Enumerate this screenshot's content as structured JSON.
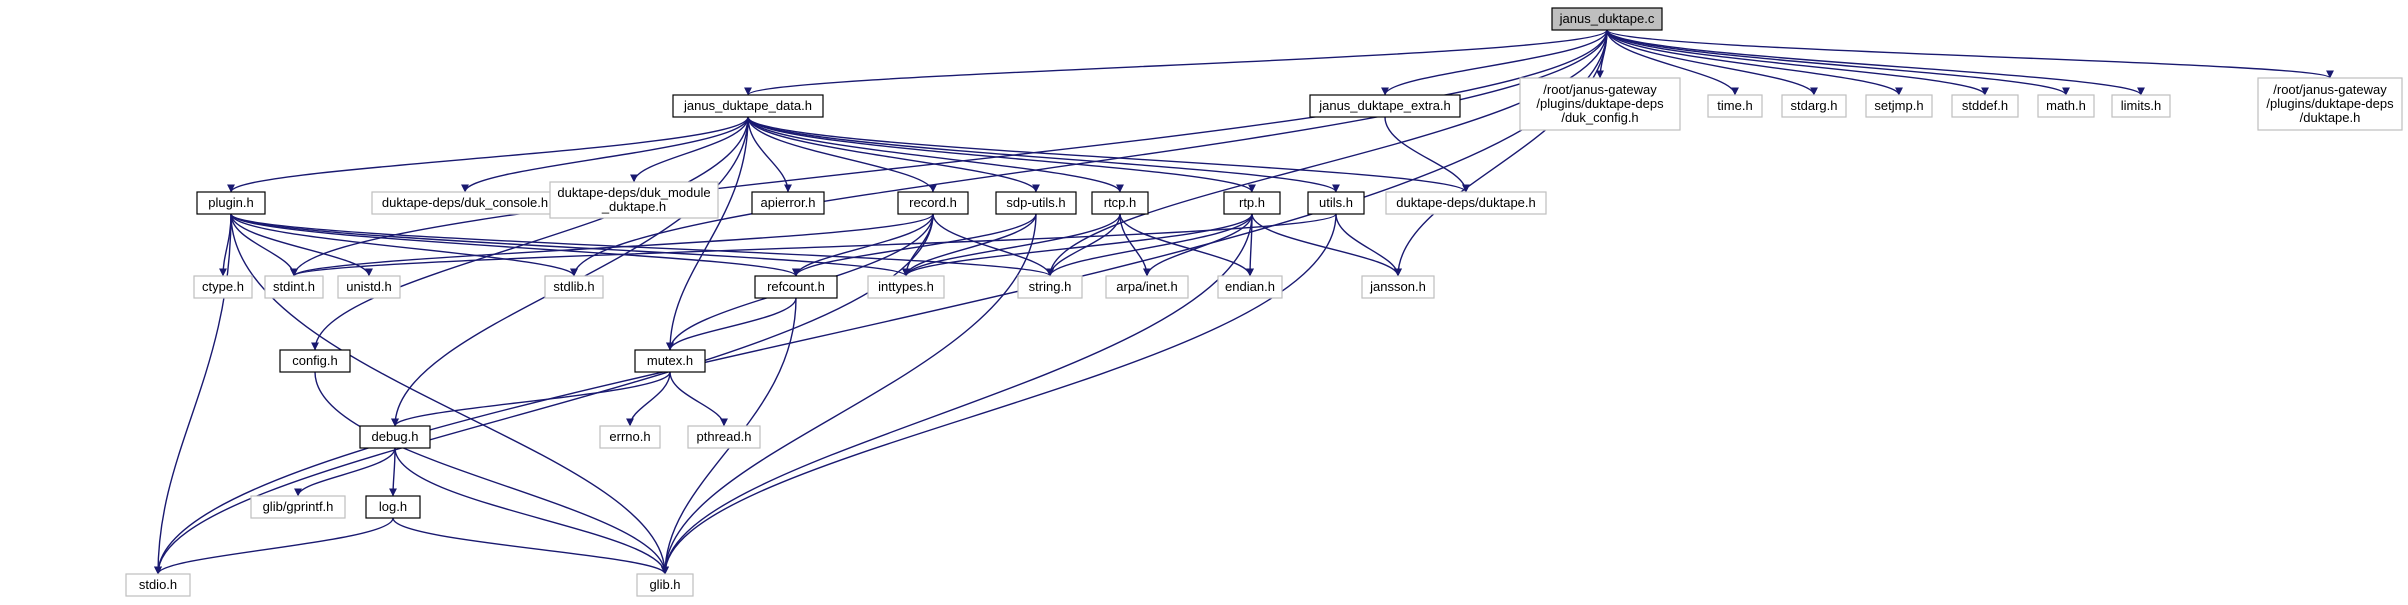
{
  "colors": {
    "edge": "#191970",
    "root_fill": "#bfbfbf",
    "project_border": "#000000",
    "system_border": "#bfbfbf"
  },
  "nodes": [
    {
      "id": "janus_duktape_c",
      "lines": [
        "janus_duktape.c"
      ],
      "kind": "root"
    },
    {
      "id": "janus_duktape_data_h",
      "lines": [
        "janus_duktape_data.h"
      ],
      "kind": "project"
    },
    {
      "id": "janus_duktape_extra_h",
      "lines": [
        "janus_duktape_extra.h"
      ],
      "kind": "project"
    },
    {
      "id": "duk_config_h",
      "lines": [
        "/root/janus-gateway",
        "/plugins/duktape-deps",
        "/duk_config.h"
      ],
      "kind": "system"
    },
    {
      "id": "time_h",
      "lines": [
        "time.h"
      ],
      "kind": "system"
    },
    {
      "id": "stdarg_h",
      "lines": [
        "stdarg.h"
      ],
      "kind": "system"
    },
    {
      "id": "setjmp_h",
      "lines": [
        "setjmp.h"
      ],
      "kind": "system"
    },
    {
      "id": "stddef_h",
      "lines": [
        "stddef.h"
      ],
      "kind": "system"
    },
    {
      "id": "math_h",
      "lines": [
        "math.h"
      ],
      "kind": "system"
    },
    {
      "id": "limits_h",
      "lines": [
        "limits.h"
      ],
      "kind": "system"
    },
    {
      "id": "root_duktape_h",
      "lines": [
        "/root/janus-gateway",
        "/plugins/duktape-deps",
        "/duktape.h"
      ],
      "kind": "system"
    },
    {
      "id": "plugin_h",
      "lines": [
        "plugin.h"
      ],
      "kind": "project"
    },
    {
      "id": "duk_console_h",
      "lines": [
        "duktape-deps/duk_console.h"
      ],
      "kind": "system"
    },
    {
      "id": "duk_module_h",
      "lines": [
        "duktape-deps/duk_module",
        "_duktape.h"
      ],
      "kind": "system"
    },
    {
      "id": "apierror_h",
      "lines": [
        "apierror.h"
      ],
      "kind": "project"
    },
    {
      "id": "record_h",
      "lines": [
        "record.h"
      ],
      "kind": "project"
    },
    {
      "id": "sdp_utils_h",
      "lines": [
        "sdp-utils.h"
      ],
      "kind": "project"
    },
    {
      "id": "rtcp_h",
      "lines": [
        "rtcp.h"
      ],
      "kind": "project"
    },
    {
      "id": "rtp_h",
      "lines": [
        "rtp.h"
      ],
      "kind": "project"
    },
    {
      "id": "utils_h",
      "lines": [
        "utils.h"
      ],
      "kind": "project"
    },
    {
      "id": "deps_duktape_h",
      "lines": [
        "duktape-deps/duktape.h"
      ],
      "kind": "system"
    },
    {
      "id": "ctype_h",
      "lines": [
        "ctype.h"
      ],
      "kind": "system"
    },
    {
      "id": "stdint_h",
      "lines": [
        "stdint.h"
      ],
      "kind": "system"
    },
    {
      "id": "unistd_h",
      "lines": [
        "unistd.h"
      ],
      "kind": "system"
    },
    {
      "id": "stdlib_h",
      "lines": [
        "stdlib.h"
      ],
      "kind": "system"
    },
    {
      "id": "refcount_h",
      "lines": [
        "refcount.h"
      ],
      "kind": "project"
    },
    {
      "id": "inttypes_h",
      "lines": [
        "inttypes.h"
      ],
      "kind": "system"
    },
    {
      "id": "string_h",
      "lines": [
        "string.h"
      ],
      "kind": "system"
    },
    {
      "id": "arpa_inet_h",
      "lines": [
        "arpa/inet.h"
      ],
      "kind": "system"
    },
    {
      "id": "endian_h",
      "lines": [
        "endian.h"
      ],
      "kind": "system"
    },
    {
      "id": "jansson_h",
      "lines": [
        "jansson.h"
      ],
      "kind": "system"
    },
    {
      "id": "config_h",
      "lines": [
        "config.h"
      ],
      "kind": "project"
    },
    {
      "id": "mutex_h",
      "lines": [
        "mutex.h"
      ],
      "kind": "project"
    },
    {
      "id": "errno_h",
      "lines": [
        "errno.h"
      ],
      "kind": "system"
    },
    {
      "id": "pthread_h",
      "lines": [
        "pthread.h"
      ],
      "kind": "system"
    },
    {
      "id": "debug_h",
      "lines": [
        "debug.h"
      ],
      "kind": "project"
    },
    {
      "id": "gprintf_h",
      "lines": [
        "glib/gprintf.h"
      ],
      "kind": "system"
    },
    {
      "id": "log_h",
      "lines": [
        "log.h"
      ],
      "kind": "project"
    },
    {
      "id": "stdio_h",
      "lines": [
        "stdio.h"
      ],
      "kind": "system"
    },
    {
      "id": "glib_h",
      "lines": [
        "glib.h"
      ],
      "kind": "system"
    }
  ],
  "edges": [
    [
      "janus_duktape_c",
      "janus_duktape_data_h"
    ],
    [
      "janus_duktape_c",
      "janus_duktape_extra_h"
    ],
    [
      "janus_duktape_c",
      "duk_config_h"
    ],
    [
      "janus_duktape_c",
      "time_h"
    ],
    [
      "janus_duktape_c",
      "stdarg_h"
    ],
    [
      "janus_duktape_c",
      "setjmp_h"
    ],
    [
      "janus_duktape_c",
      "stddef_h"
    ],
    [
      "janus_duktape_c",
      "math_h"
    ],
    [
      "janus_duktape_c",
      "limits_h"
    ],
    [
      "janus_duktape_c",
      "root_duktape_h"
    ],
    [
      "janus_duktape_c",
      "stdio_h"
    ],
    [
      "janus_duktape_c",
      "stdint_h"
    ],
    [
      "janus_duktape_c",
      "stdlib_h"
    ],
    [
      "janus_duktape_c",
      "string_h"
    ],
    [
      "janus_duktape_c",
      "jansson_h"
    ],
    [
      "janus_duktape_data_h",
      "plugin_h"
    ],
    [
      "janus_duktape_data_h",
      "duk_console_h"
    ],
    [
      "janus_duktape_data_h",
      "duk_module_h"
    ],
    [
      "janus_duktape_data_h",
      "apierror_h"
    ],
    [
      "janus_duktape_data_h",
      "record_h"
    ],
    [
      "janus_duktape_data_h",
      "sdp_utils_h"
    ],
    [
      "janus_duktape_data_h",
      "rtcp_h"
    ],
    [
      "janus_duktape_data_h",
      "rtp_h"
    ],
    [
      "janus_duktape_data_h",
      "utils_h"
    ],
    [
      "janus_duktape_data_h",
      "deps_duktape_h"
    ],
    [
      "janus_duktape_data_h",
      "config_h"
    ],
    [
      "janus_duktape_data_h",
      "debug_h"
    ],
    [
      "janus_duktape_data_h",
      "mutex_h"
    ],
    [
      "janus_duktape_extra_h",
      "deps_duktape_h"
    ],
    [
      "plugin_h",
      "ctype_h"
    ],
    [
      "plugin_h",
      "stdint_h"
    ],
    [
      "plugin_h",
      "unistd_h"
    ],
    [
      "plugin_h",
      "stdlib_h"
    ],
    [
      "plugin_h",
      "inttypes_h"
    ],
    [
      "plugin_h",
      "string_h"
    ],
    [
      "plugin_h",
      "refcount_h"
    ],
    [
      "plugin_h",
      "stdio_h"
    ],
    [
      "plugin_h",
      "glib_h"
    ],
    [
      "record_h",
      "stdint_h"
    ],
    [
      "record_h",
      "inttypes_h"
    ],
    [
      "record_h",
      "string_h"
    ],
    [
      "record_h",
      "refcount_h"
    ],
    [
      "record_h",
      "mutex_h"
    ],
    [
      "record_h",
      "stdio_h"
    ],
    [
      "sdp_utils_h",
      "inttypes_h"
    ],
    [
      "sdp_utils_h",
      "refcount_h"
    ],
    [
      "sdp_utils_h",
      "glib_h"
    ],
    [
      "rtcp_h",
      "inttypes_h"
    ],
    [
      "rtcp_h",
      "string_h"
    ],
    [
      "rtcp_h",
      "arpa_inet_h"
    ],
    [
      "rtcp_h",
      "endian_h"
    ],
    [
      "rtp_h",
      "inttypes_h"
    ],
    [
      "rtp_h",
      "string_h"
    ],
    [
      "rtp_h",
      "arpa_inet_h"
    ],
    [
      "rtp_h",
      "endian_h"
    ],
    [
      "rtp_h",
      "jansson_h"
    ],
    [
      "rtp_h",
      "glib_h"
    ],
    [
      "utils_h",
      "stdint_h"
    ],
    [
      "utils_h",
      "jansson_h"
    ],
    [
      "utils_h",
      "glib_h"
    ],
    [
      "refcount_h",
      "mutex_h"
    ],
    [
      "refcount_h",
      "glib_h"
    ],
    [
      "config_h",
      "glib_h"
    ],
    [
      "mutex_h",
      "errno_h"
    ],
    [
      "mutex_h",
      "pthread_h"
    ],
    [
      "mutex_h",
      "debug_h"
    ],
    [
      "debug_h",
      "gprintf_h"
    ],
    [
      "debug_h",
      "log_h"
    ],
    [
      "debug_h",
      "glib_h"
    ],
    [
      "log_h",
      "stdio_h"
    ],
    [
      "log_h",
      "glib_h"
    ]
  ]
}
